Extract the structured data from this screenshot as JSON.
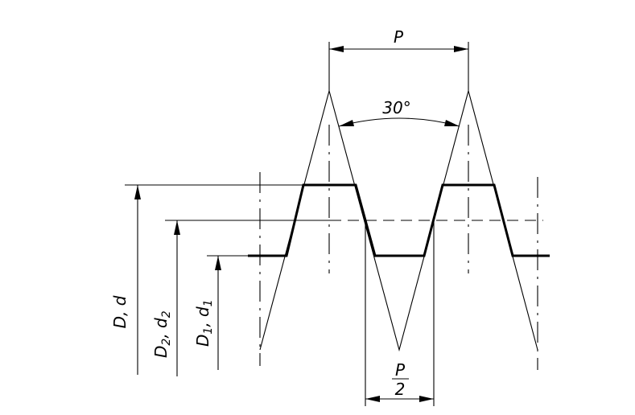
{
  "labels": {
    "pitch": "P",
    "angle": "30°",
    "half_pitch_num": "P",
    "half_pitch_den": "2",
    "major_dia_main": "D, d",
    "pitch_dia_a": "D",
    "pitch_dia_a_sub": "2",
    "pitch_dia_sep": ", d",
    "pitch_dia_b_sub": "2",
    "minor_dia_a": "D",
    "minor_dia_a_sub": "1",
    "minor_dia_sep": ", d",
    "minor_dia_b_sub": "1"
  }
}
